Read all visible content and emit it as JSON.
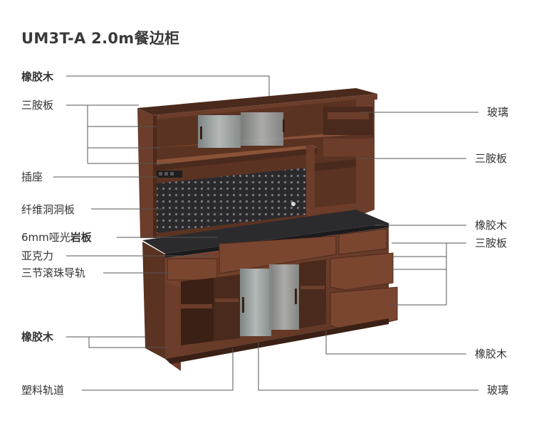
{
  "title": "UM3T-A 2.0m餐边柜",
  "labels_left": {
    "rubberwood_top": "橡胶木",
    "triple_board_left": "三胺板",
    "socket": "插座",
    "fiber_pegboard": "纤维洞洞板",
    "rock_slab_prefix": "6mm哑光",
    "rock_slab_bold": "岩板",
    "acrylic": "亚克力",
    "ball_rail": "三节滚珠导轨",
    "rubberwood_bottom": "橡胶木",
    "plastic_track": "塑料轨道"
  },
  "labels_right": {
    "glass_top": "玻璃",
    "triple_board_upper": "三胺板",
    "rubberwood_mid": "橡胶木",
    "triple_board_lower": "三胺板",
    "rubberwood_bottom": "橡胶木",
    "glass_bottom": "玻璃"
  },
  "colors": {
    "wood": "#6b3d2a",
    "wood_dark": "#4a2a1c",
    "wood_light": "#8a5237",
    "slab": "#2b2b2e",
    "pegboard": "#2a2a2d",
    "glass": "#9aa0a0",
    "line": "#555555"
  }
}
